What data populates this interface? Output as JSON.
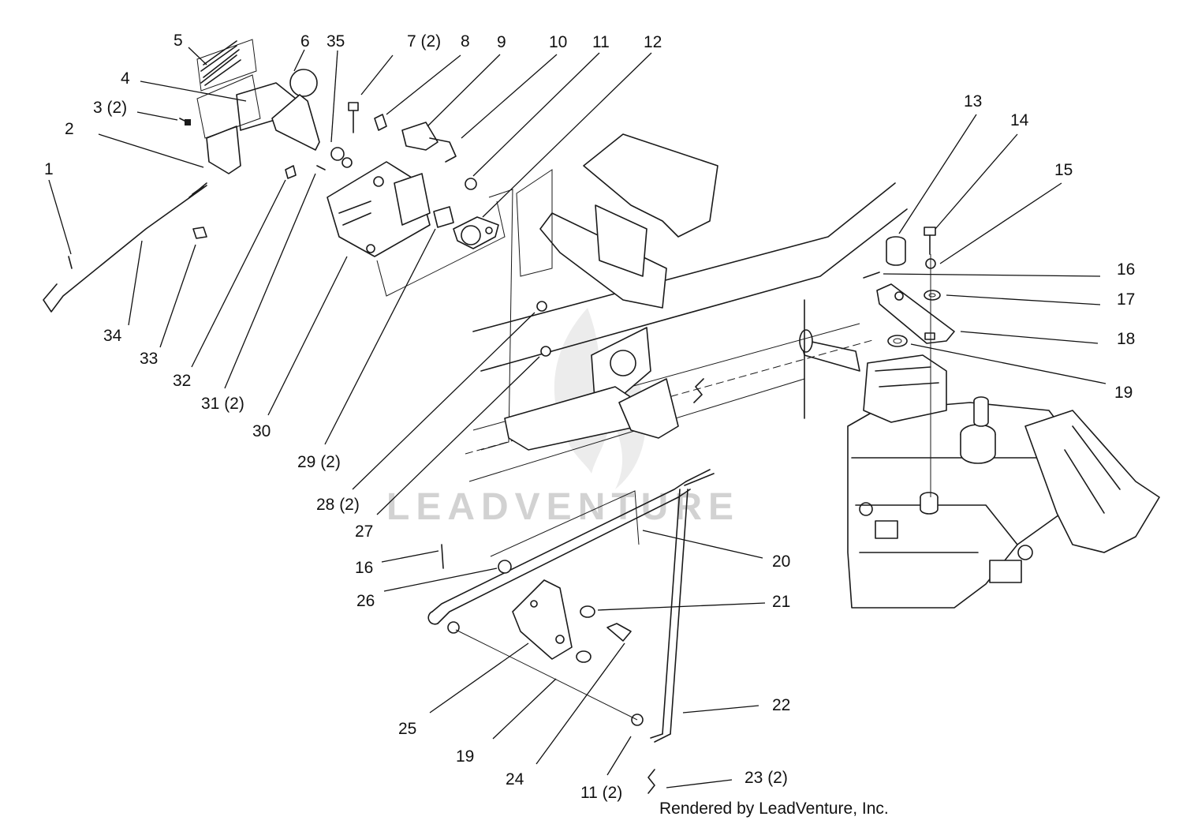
{
  "callouts": [
    {
      "id": "1",
      "text": "1"
    },
    {
      "id": "2",
      "text": "2"
    },
    {
      "id": "3",
      "text": "3 (2)"
    },
    {
      "id": "4",
      "text": "4"
    },
    {
      "id": "5",
      "text": "5"
    },
    {
      "id": "6",
      "text": "6"
    },
    {
      "id": "35",
      "text": "35"
    },
    {
      "id": "7",
      "text": "7 (2)"
    },
    {
      "id": "8",
      "text": "8"
    },
    {
      "id": "9",
      "text": "9"
    },
    {
      "id": "10",
      "text": "10"
    },
    {
      "id": "11a",
      "text": "11"
    },
    {
      "id": "12",
      "text": "12"
    },
    {
      "id": "13",
      "text": "13"
    },
    {
      "id": "14",
      "text": "14"
    },
    {
      "id": "15",
      "text": "15"
    },
    {
      "id": "16a",
      "text": "16"
    },
    {
      "id": "17",
      "text": "17"
    },
    {
      "id": "18",
      "text": "18"
    },
    {
      "id": "19a",
      "text": "19"
    },
    {
      "id": "20",
      "text": "20"
    },
    {
      "id": "21",
      "text": "21"
    },
    {
      "id": "22",
      "text": "22"
    },
    {
      "id": "23",
      "text": "23 (2)"
    },
    {
      "id": "34",
      "text": "34"
    },
    {
      "id": "33",
      "text": "33"
    },
    {
      "id": "32",
      "text": "32"
    },
    {
      "id": "31",
      "text": "31 (2)"
    },
    {
      "id": "30",
      "text": "30"
    },
    {
      "id": "29",
      "text": "29 (2)"
    },
    {
      "id": "28",
      "text": "28 (2)"
    },
    {
      "id": "27",
      "text": "27"
    },
    {
      "id": "16b",
      "text": "16"
    },
    {
      "id": "26",
      "text": "26"
    },
    {
      "id": "25",
      "text": "25"
    },
    {
      "id": "19b",
      "text": "19"
    },
    {
      "id": "24",
      "text": "24"
    },
    {
      "id": "11b",
      "text": "11 (2)"
    }
  ],
  "watermark": "LEADVENTURE",
  "credit": "Rendered by LeadVenture, Inc."
}
